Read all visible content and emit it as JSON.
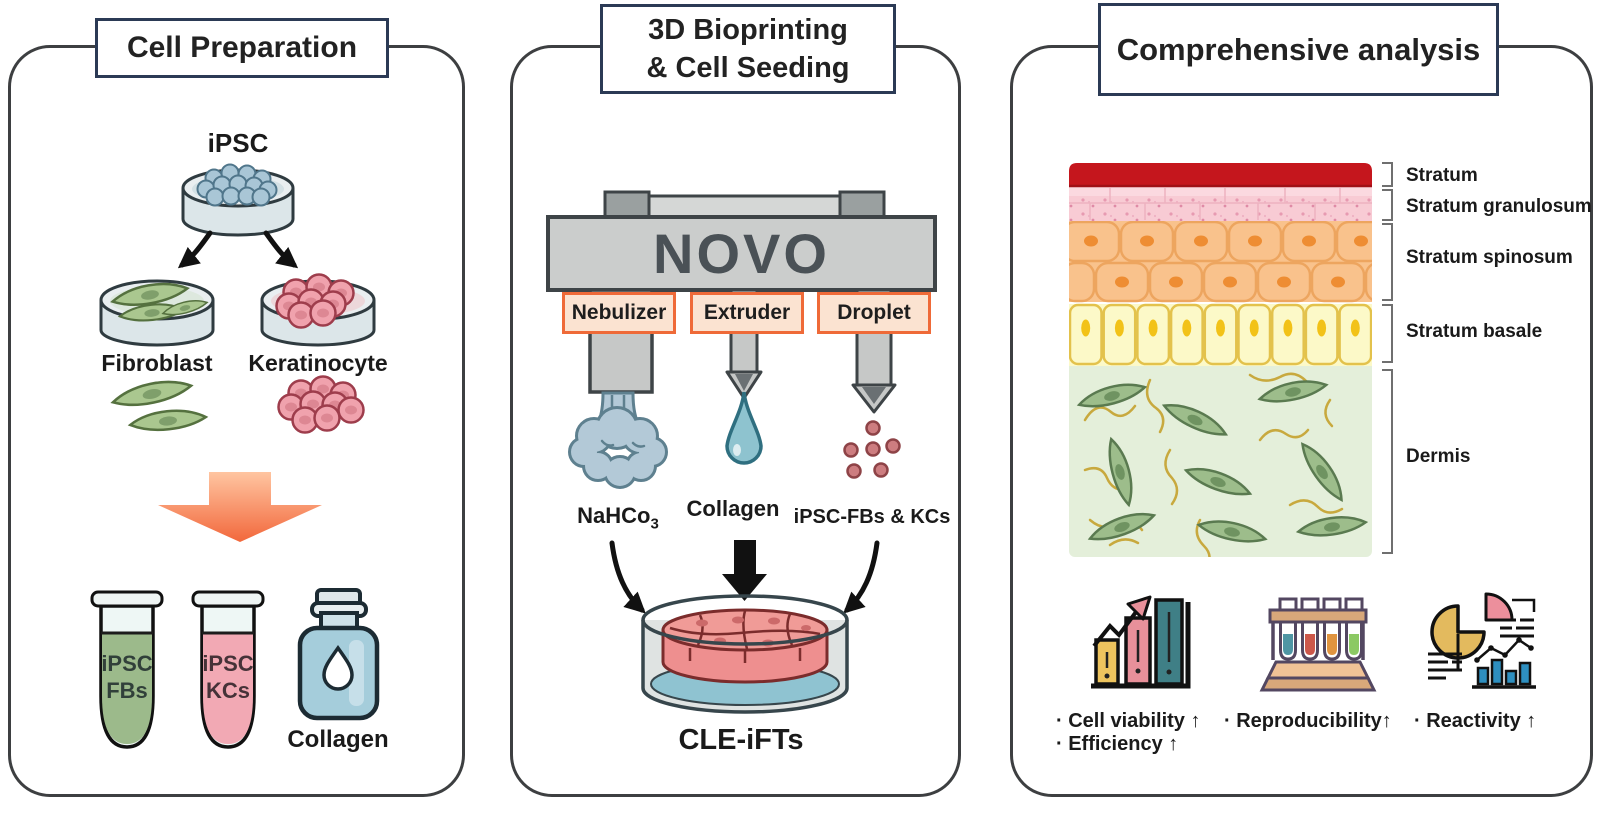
{
  "figure": {
    "type": "scientific workflow diagram",
    "colors": {
      "panel_border": "#3d3f41",
      "title_box_border": "#2b3a55",
      "accent_orange": "#ef6a38",
      "orange_label_bg": "#fbe3d1",
      "orange_arrow_top": "#ffc5a1",
      "orange_arrow_bottom": "#f2683c",
      "ipsc_cell_blue": "#a9c6d6",
      "fibroblast_green": "#aac78f",
      "keratinocyte_pink": "#f0a2ad",
      "tube_green": "#9cba8b",
      "tube_pink": "#f2a9b4",
      "collagen_bottle_blue": "#a5cddb",
      "printer_gray": "#cbcdcc",
      "mist_blue": "#b3c9d7",
      "droplet_blue": "#8ec3cf",
      "cell_dot_red": "#cd7d80",
      "dish_tissue_pink": "#ee8f8f",
      "skin_corneum_red": "#c5161d",
      "skin_granulosum_pink": "#f8cbd4",
      "skin_spinosum_orange": "#f9c28c",
      "skin_basale_yellow": "#fcf9c8",
      "dermis_green": "#e4efda",
      "icon_bar_yellow": "#eec45e",
      "icon_bar_pink": "#e8909a",
      "icon_bar_teal": "#3f7f86",
      "icon_rack_purple": "#534761",
      "icon_rack_tan": "#d8a87a",
      "icon_pie_yellow": "#e3ba5e",
      "icon_chart_blue": "#2e8fc0"
    }
  },
  "panel1": {
    "title": "Cell Preparation",
    "ipsc_label": "iPSC",
    "fibroblast_label": "Fibroblast",
    "keratinocyte_label": "Keratinocyte",
    "tube_fb_line1": "iPSC",
    "tube_fb_line2": "FBs",
    "tube_kc_line1": "iPSC",
    "tube_kc_line2": "KCs",
    "collagen_label": "Collagen"
  },
  "panel2": {
    "title_line1": "3D Bioprinting",
    "title_line2": "& Cell Seeding",
    "printer_name": "NOVO",
    "head_labels": [
      "Nebulizer",
      "Extruder",
      "Droplet"
    ],
    "material_nebulizer_base": "NaHCo",
    "material_nebulizer_sub": "3",
    "material_extruder": "Collagen",
    "material_droplet": "iPSC-FBs & KCs",
    "product_label": "CLE-iFTs"
  },
  "panel3": {
    "title": "Comprehensive analysis",
    "layer_labels": [
      "Stratum",
      "Stratum granulosum",
      "Stratum spinosum",
      "Stratum basale",
      "Dermis"
    ],
    "metrics": [
      "· Cell viability ↑",
      "· Efficiency ↑",
      "· Reproducibility↑",
      "· Reactivity ↑"
    ]
  }
}
